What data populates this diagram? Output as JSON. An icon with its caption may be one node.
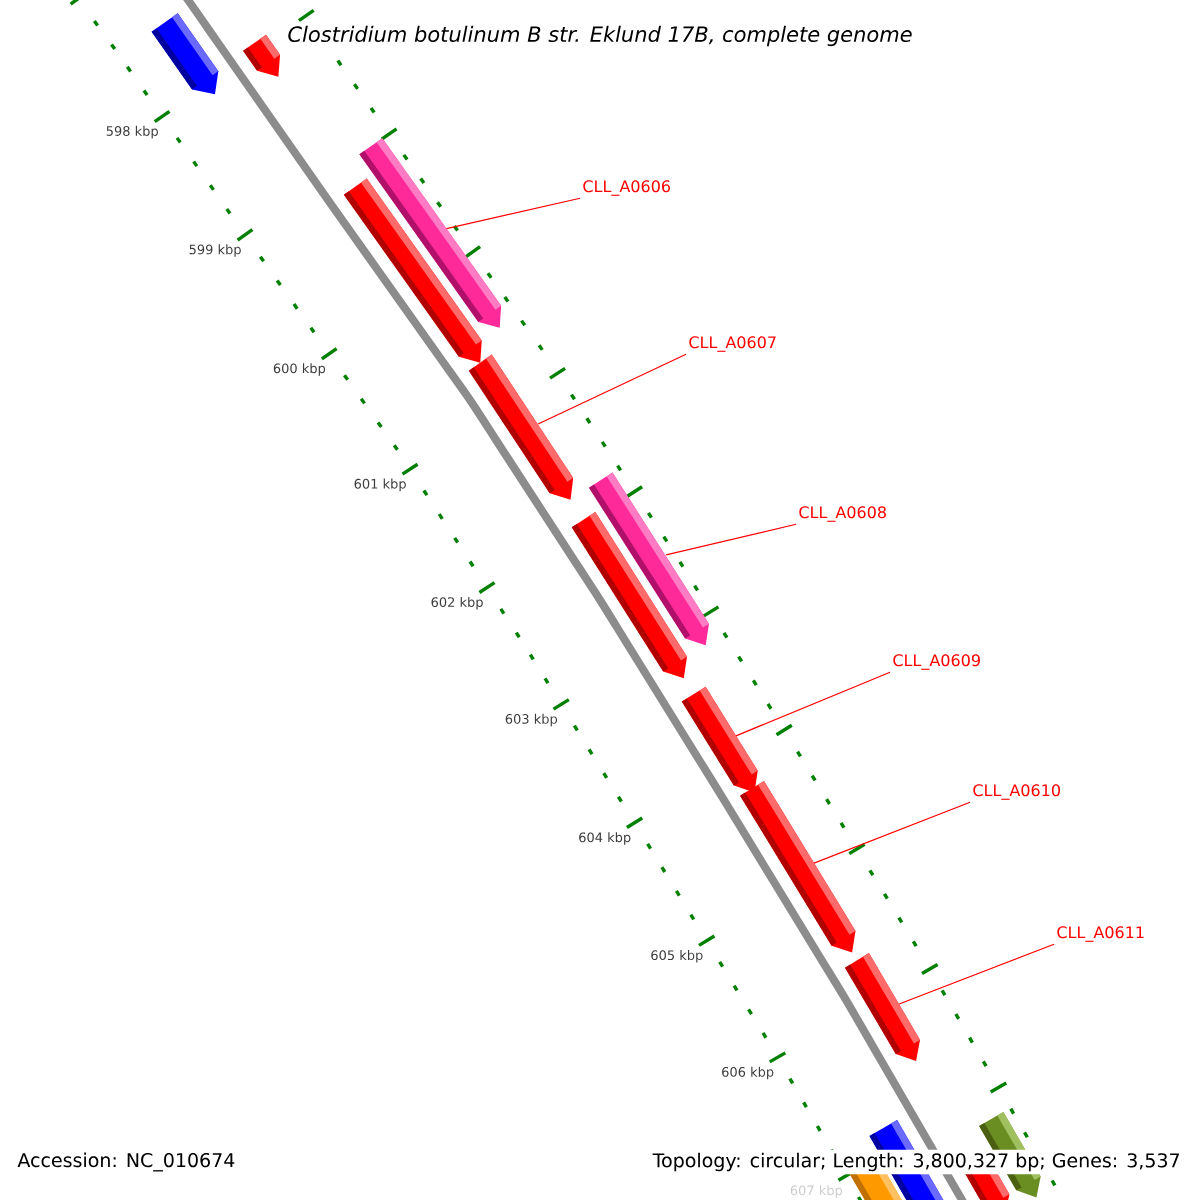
{
  "diagram": {
    "title": "Clostridium botulinum B str. Eklund 17B, complete genome",
    "nodes": [
      {
        "text": [
          "CLL_A0606"
        ]
      },
      {
        "text": [],
        "shape": "bar"
      },
      {
        "text": [
          "CLL_A0607"
        ]
      },
      {
        "text": [],
        "shape": "bar"
      },
      {
        "text": [
          "CLL_A0608"
        ]
      },
      {
        "text": [],
        "shape": "bar"
      },
      {
        "text": [
          "CLL_A0609"
        ]
      },
      {
        "text": [],
        "shape": "bar"
      },
      {
        "text": [
          "CLL_A0610"
        ]
      },
      {
        "text": [],
        "shape": "bar"
      },
      {
        "text": [
          "CLL_A0611"
        ]
      },
      {
        "text": [],
        "shape": "bar"
      }
    ],
    "edges": [
      {
        "from": 0,
        "to": 1,
        "arrow": "none"
      },
      {
        "from": 2,
        "to": 3,
        "arrow": "none"
      },
      {
        "from": 4,
        "to": 5,
        "arrow": "none"
      },
      {
        "from": 6,
        "to": 7,
        "arrow": "none"
      },
      {
        "from": 8,
        "to": 9,
        "arrow": "none"
      },
      {
        "from": 10,
        "to": 11,
        "arrow": "none"
      }
    ],
    "labels": [
      "598 kbp",
      "599 kbp",
      "600 kbp",
      "601 kbp",
      "602 kbp",
      "603 kbp",
      "604 kbp",
      "605 kbp",
      "606 kbp",
      "607 kbp",
      "Accession: NC_010674",
      "Topology: circular; Length: 3,800,327 bp; Genes: 3,537"
    ]
  }
}
